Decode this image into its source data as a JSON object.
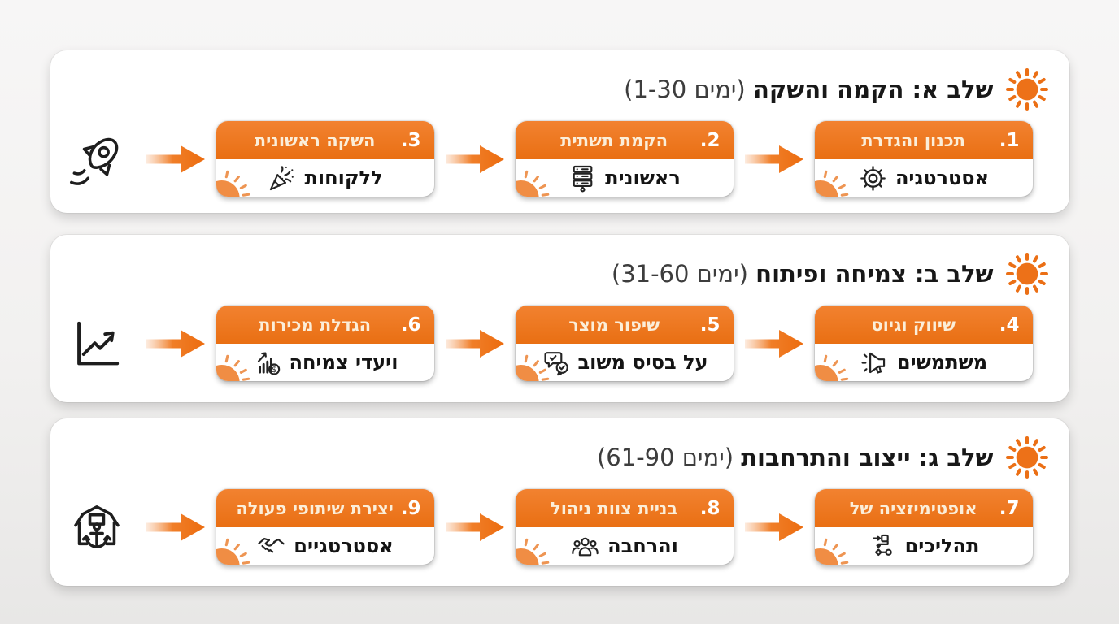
{
  "colors": {
    "primary_orange": "#EE7420",
    "card_header_gradient_top": "#F28230",
    "card_header_gradient_bottom": "#E96F13",
    "card_header_text": "#FBEED9",
    "body_text": "#141414",
    "panel_background": "#FFFFFF",
    "page_background": "#F1F0EF"
  },
  "phases": [
    {
      "title": "שלב א: הקמה והשקה",
      "days": "(ימים 1-30)",
      "side_icon": "rocket",
      "steps": [
        {
          "num": "1.",
          "title": "תכנון והגדרת",
          "subtitle": "אסטרטגיה",
          "icon": "gear"
        },
        {
          "num": "2.",
          "title": "הקמת תשתית",
          "subtitle": "ראשונית",
          "icon": "server"
        },
        {
          "num": "3.",
          "title": "השקה ראשונית",
          "subtitle": "ללקוחות",
          "icon": "party-popper"
        }
      ]
    },
    {
      "title": "שלב ב: צמיחה ופיתוח",
      "days": "(ימים 31-60)",
      "side_icon": "line-chart",
      "steps": [
        {
          "num": "4.",
          "title": "שיווק וגיוס",
          "subtitle": "משתמשים",
          "icon": "megaphone"
        },
        {
          "num": "5.",
          "title": "שיפור מוצר",
          "subtitle": "על בסיס משוב",
          "icon": "chat-feedback"
        },
        {
          "num": "6.",
          "title": "הגדלת מכירות",
          "subtitle": "ויעדי צמיחה",
          "icon": "sales-growth"
        }
      ]
    },
    {
      "title": "שלב ג: ייצוב והתרחבות",
      "days": "(ימים 61-90)",
      "side_icon": "barn-anchor",
      "steps": [
        {
          "num": "7.",
          "title": "אופטימיזציה של",
          "subtitle": "תהליכים",
          "icon": "process-flow"
        },
        {
          "num": "8.",
          "title": "בניית צוות ניהול",
          "subtitle": "והרחבה",
          "icon": "team"
        },
        {
          "num": "9.",
          "title": "יצירת שיתופי פעולה",
          "subtitle": "אסטרטגיים",
          "icon": "handshake"
        }
      ]
    }
  ]
}
